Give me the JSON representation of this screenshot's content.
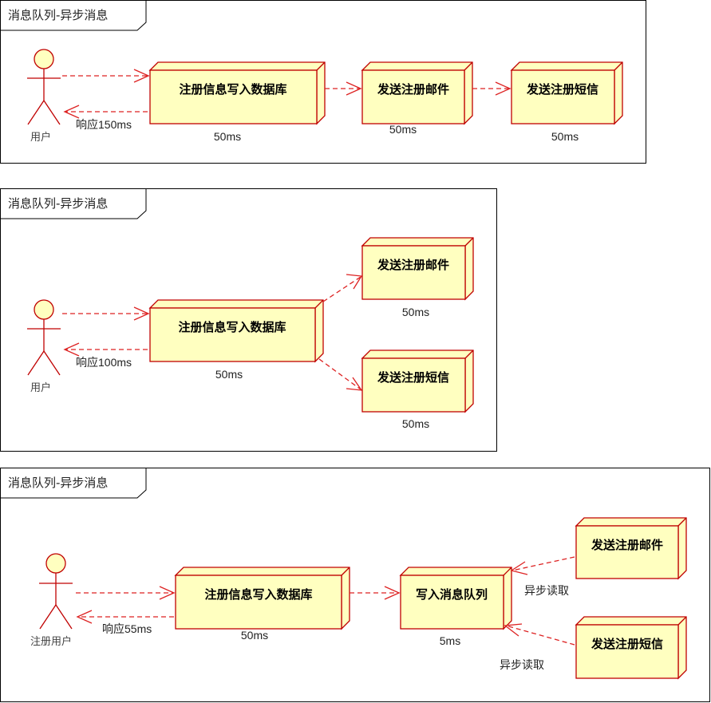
{
  "frames": [
    {
      "title": "消息队列-异步消息",
      "actor": "用户",
      "response_label": "响应150ms",
      "nodes": [
        {
          "label": "注册信息写入数据库",
          "time": "50ms"
        },
        {
          "label": "发送注册邮件",
          "time": "50ms"
        },
        {
          "label": "发送注册短信",
          "time": "50ms"
        }
      ]
    },
    {
      "title": "消息队列-异步消息",
      "actor": "用户",
      "response_label": "响应100ms",
      "nodes": [
        {
          "label": "注册信息写入数据库",
          "time": "50ms"
        },
        {
          "label": "发送注册邮件",
          "time": "50ms"
        },
        {
          "label": "发送注册短信",
          "time": "50ms"
        }
      ]
    },
    {
      "title": "消息队列-异步消息",
      "actor": "注册用户",
      "response_label": "响应55ms",
      "nodes": [
        {
          "label": "注册信息写入数据库",
          "time": "50ms"
        },
        {
          "label": "写入消息队列",
          "time": "5ms"
        },
        {
          "label": "发送注册邮件",
          "time": ""
        },
        {
          "label": "发送注册短信",
          "time": ""
        }
      ],
      "read_labels": [
        "异步读取",
        "异步读取"
      ]
    }
  ],
  "colors": {
    "node_fill": "#ffffc0",
    "node_stroke": "#c00000",
    "arrow": "#dd2222"
  }
}
